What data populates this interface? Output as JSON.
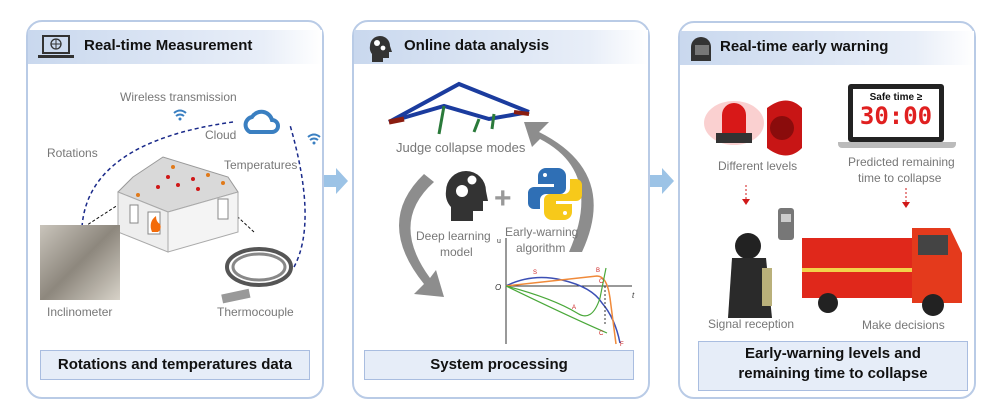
{
  "panels": [
    {
      "title": "Real-time Measurement",
      "icon": "laptop-globe-icon",
      "labels": {
        "wireless": "Wireless transmission",
        "cloud": "Cloud",
        "rotations": "Rotations",
        "temperatures": "Temperatures",
        "inclinometer": "Inclinometer",
        "thermocouple": "Thermocouple"
      },
      "footer": "Rotations and temperatures data"
    },
    {
      "title": "Online data analysis",
      "icon": "head-gears-icon",
      "labels": {
        "judge": "Judge collapse modes",
        "deep1": "Deep learning",
        "deep2": "model",
        "algo1": "Early-warning",
        "algo2": "algorithm"
      },
      "chart_labels": {
        "u": "u",
        "t": "t",
        "o": "O",
        "s": "S",
        "b": "B",
        "c1": "C",
        "a": "A",
        "c2": "C",
        "f": "F"
      },
      "footer": "System processing"
    },
    {
      "title": "Real-time early warning",
      "icon": "firefighter-helmet-icon",
      "labels": {
        "levels": "Different levels",
        "predicted1": "Predicted remaining",
        "predicted2": "time to collapse",
        "safe": "Safe time ≥",
        "time": "30:00",
        "signal": "Signal reception",
        "decisions": "Make decisions"
      },
      "footer1": "Early-warning levels and",
      "footer2": "remaining time to collapse"
    }
  ],
  "colors": {
    "panel_border": "#b9cbe6",
    "flow_arrow": "#9cc3e6",
    "alert_red": "#e02020",
    "dashed_blue": "#1a2a8a"
  }
}
